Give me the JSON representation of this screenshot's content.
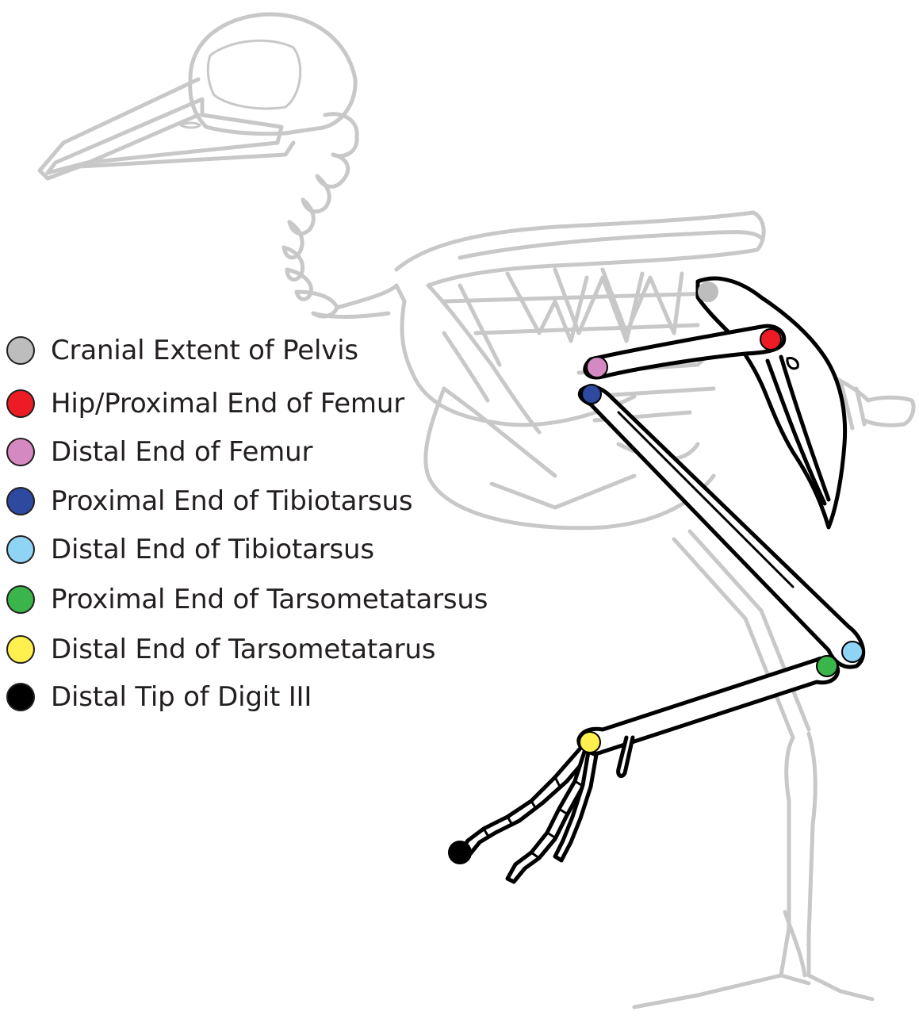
{
  "legend": {
    "items": [
      {
        "label": "Cranial Extent of Pelvis",
        "color": "#bdbdbd",
        "name": "cranial-extent-of-pelvis"
      },
      {
        "label": "Hip/Proximal End of Femur",
        "color": "#ed1c24",
        "name": "hip-proximal-end-of-femur"
      },
      {
        "label": "Distal End of Femur",
        "color": "#d48ac0",
        "name": "distal-end-of-femur"
      },
      {
        "label": "Proximal End of Tibiotarsus",
        "color": "#2e4aa0",
        "name": "proximal-end-of-tibiotarsus"
      },
      {
        "label": "Distal End of Tibiotarsus",
        "color": "#8fd3f5",
        "name": "distal-end-of-tibiotarsus"
      },
      {
        "label": "Proximal End of Tarsometatarsus",
        "color": "#39b54a",
        "name": "proximal-end-of-tarsometatarsus"
      },
      {
        "label": "Distal End of Tarsometatarus",
        "color": "#fff04f",
        "name": "distal-end-of-tarsometatarus"
      },
      {
        "label": "Distal Tip of Digit III",
        "color": "#000000",
        "name": "distal-tip-of-digit-iii"
      }
    ]
  },
  "colors": {
    "background_skeleton": "#c8c8c8",
    "highlighted_limb": "#000000",
    "text": "#231f20"
  }
}
